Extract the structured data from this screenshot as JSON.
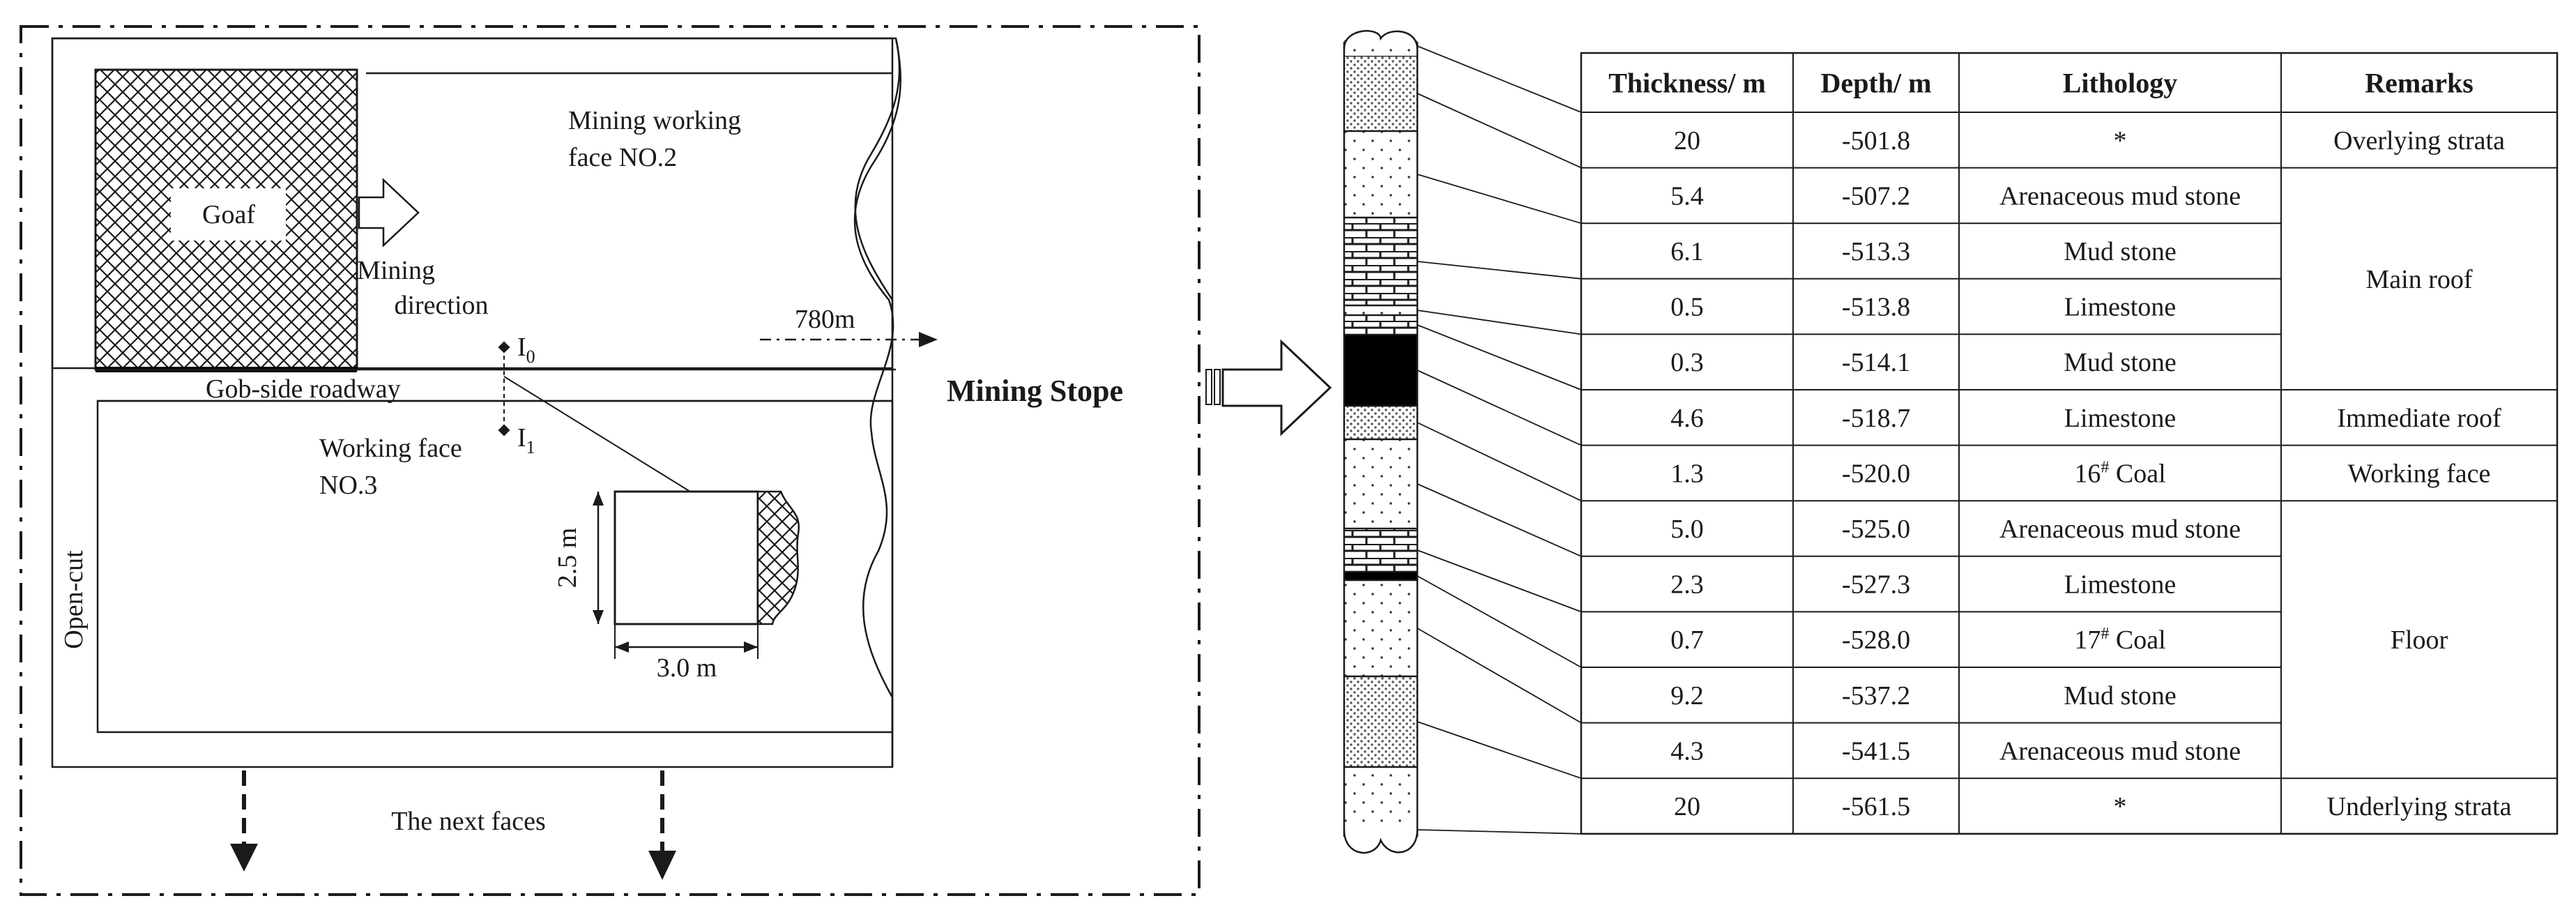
{
  "left": {
    "goaf": "Goaf",
    "mining_direction_1": "Mining",
    "mining_direction_2": "direction",
    "face2_1": "Mining working",
    "face2_2": "face NO.2",
    "distance": "780m",
    "roadway": "Gob-side roadway",
    "point_i0": "I",
    "point_i0_sub": "0",
    "point_i1": "I",
    "point_i1_sub": "1",
    "face3_1": "Working face",
    "face3_2": "NO.3",
    "height": "2.5 m",
    "width": "3.0 m",
    "open_cut": "Open-cut",
    "next_faces": "The next faces"
  },
  "stope_label": "Mining Stope",
  "colors": {
    "line": "#1a1a1a",
    "coal": "#000000",
    "fill": "#ffffff"
  },
  "table": {
    "headers": [
      "Thickness/ m",
      "Depth/ m",
      "Lithology",
      "Remarks"
    ],
    "rows": [
      {
        "thickness": "20",
        "depth": "-501.8",
        "lithology": "*",
        "sup": ""
      },
      {
        "thickness": "5.4",
        "depth": "-507.2",
        "lithology": "Arenaceous mud stone",
        "sup": ""
      },
      {
        "thickness": "6.1",
        "depth": "-513.3",
        "lithology": "Mud stone",
        "sup": ""
      },
      {
        "thickness": "0.5",
        "depth": "-513.8",
        "lithology": "Limestone",
        "sup": ""
      },
      {
        "thickness": "0.3",
        "depth": "-514.1",
        "lithology": "Mud stone",
        "sup": ""
      },
      {
        "thickness": "4.6",
        "depth": "-518.7",
        "lithology": "Limestone",
        "sup": ""
      },
      {
        "thickness": "1.3",
        "depth": "-520.0",
        "lithology": "16",
        "sup": "#",
        "lithology_suffix": " Coal"
      },
      {
        "thickness": "5.0",
        "depth": "-525.0",
        "lithology": "Arenaceous mud stone",
        "sup": ""
      },
      {
        "thickness": "2.3",
        "depth": "-527.3",
        "lithology": "Limestone",
        "sup": ""
      },
      {
        "thickness": "0.7",
        "depth": "-528.0",
        "lithology": "17",
        "sup": "#",
        "lithology_suffix": " Coal"
      },
      {
        "thickness": "9.2",
        "depth": "-537.2",
        "lithology": "Mud stone",
        "sup": ""
      },
      {
        "thickness": "4.3",
        "depth": "-541.5",
        "lithology": "Arenaceous mud stone",
        "sup": ""
      },
      {
        "thickness": "20",
        "depth": "-561.5",
        "lithology": "*",
        "sup": ""
      }
    ],
    "remarks": [
      {
        "label": "Overlying strata",
        "from": 0,
        "to": 0
      },
      {
        "label": "Main roof",
        "from": 1,
        "to": 4
      },
      {
        "label": "Immediate roof",
        "from": 5,
        "to": 5
      },
      {
        "label": "Working face",
        "from": 6,
        "to": 6
      },
      {
        "label": "Floor",
        "from": 7,
        "to": 11
      },
      {
        "label": "Underlying strata",
        "from": 12,
        "to": 12
      }
    ]
  }
}
